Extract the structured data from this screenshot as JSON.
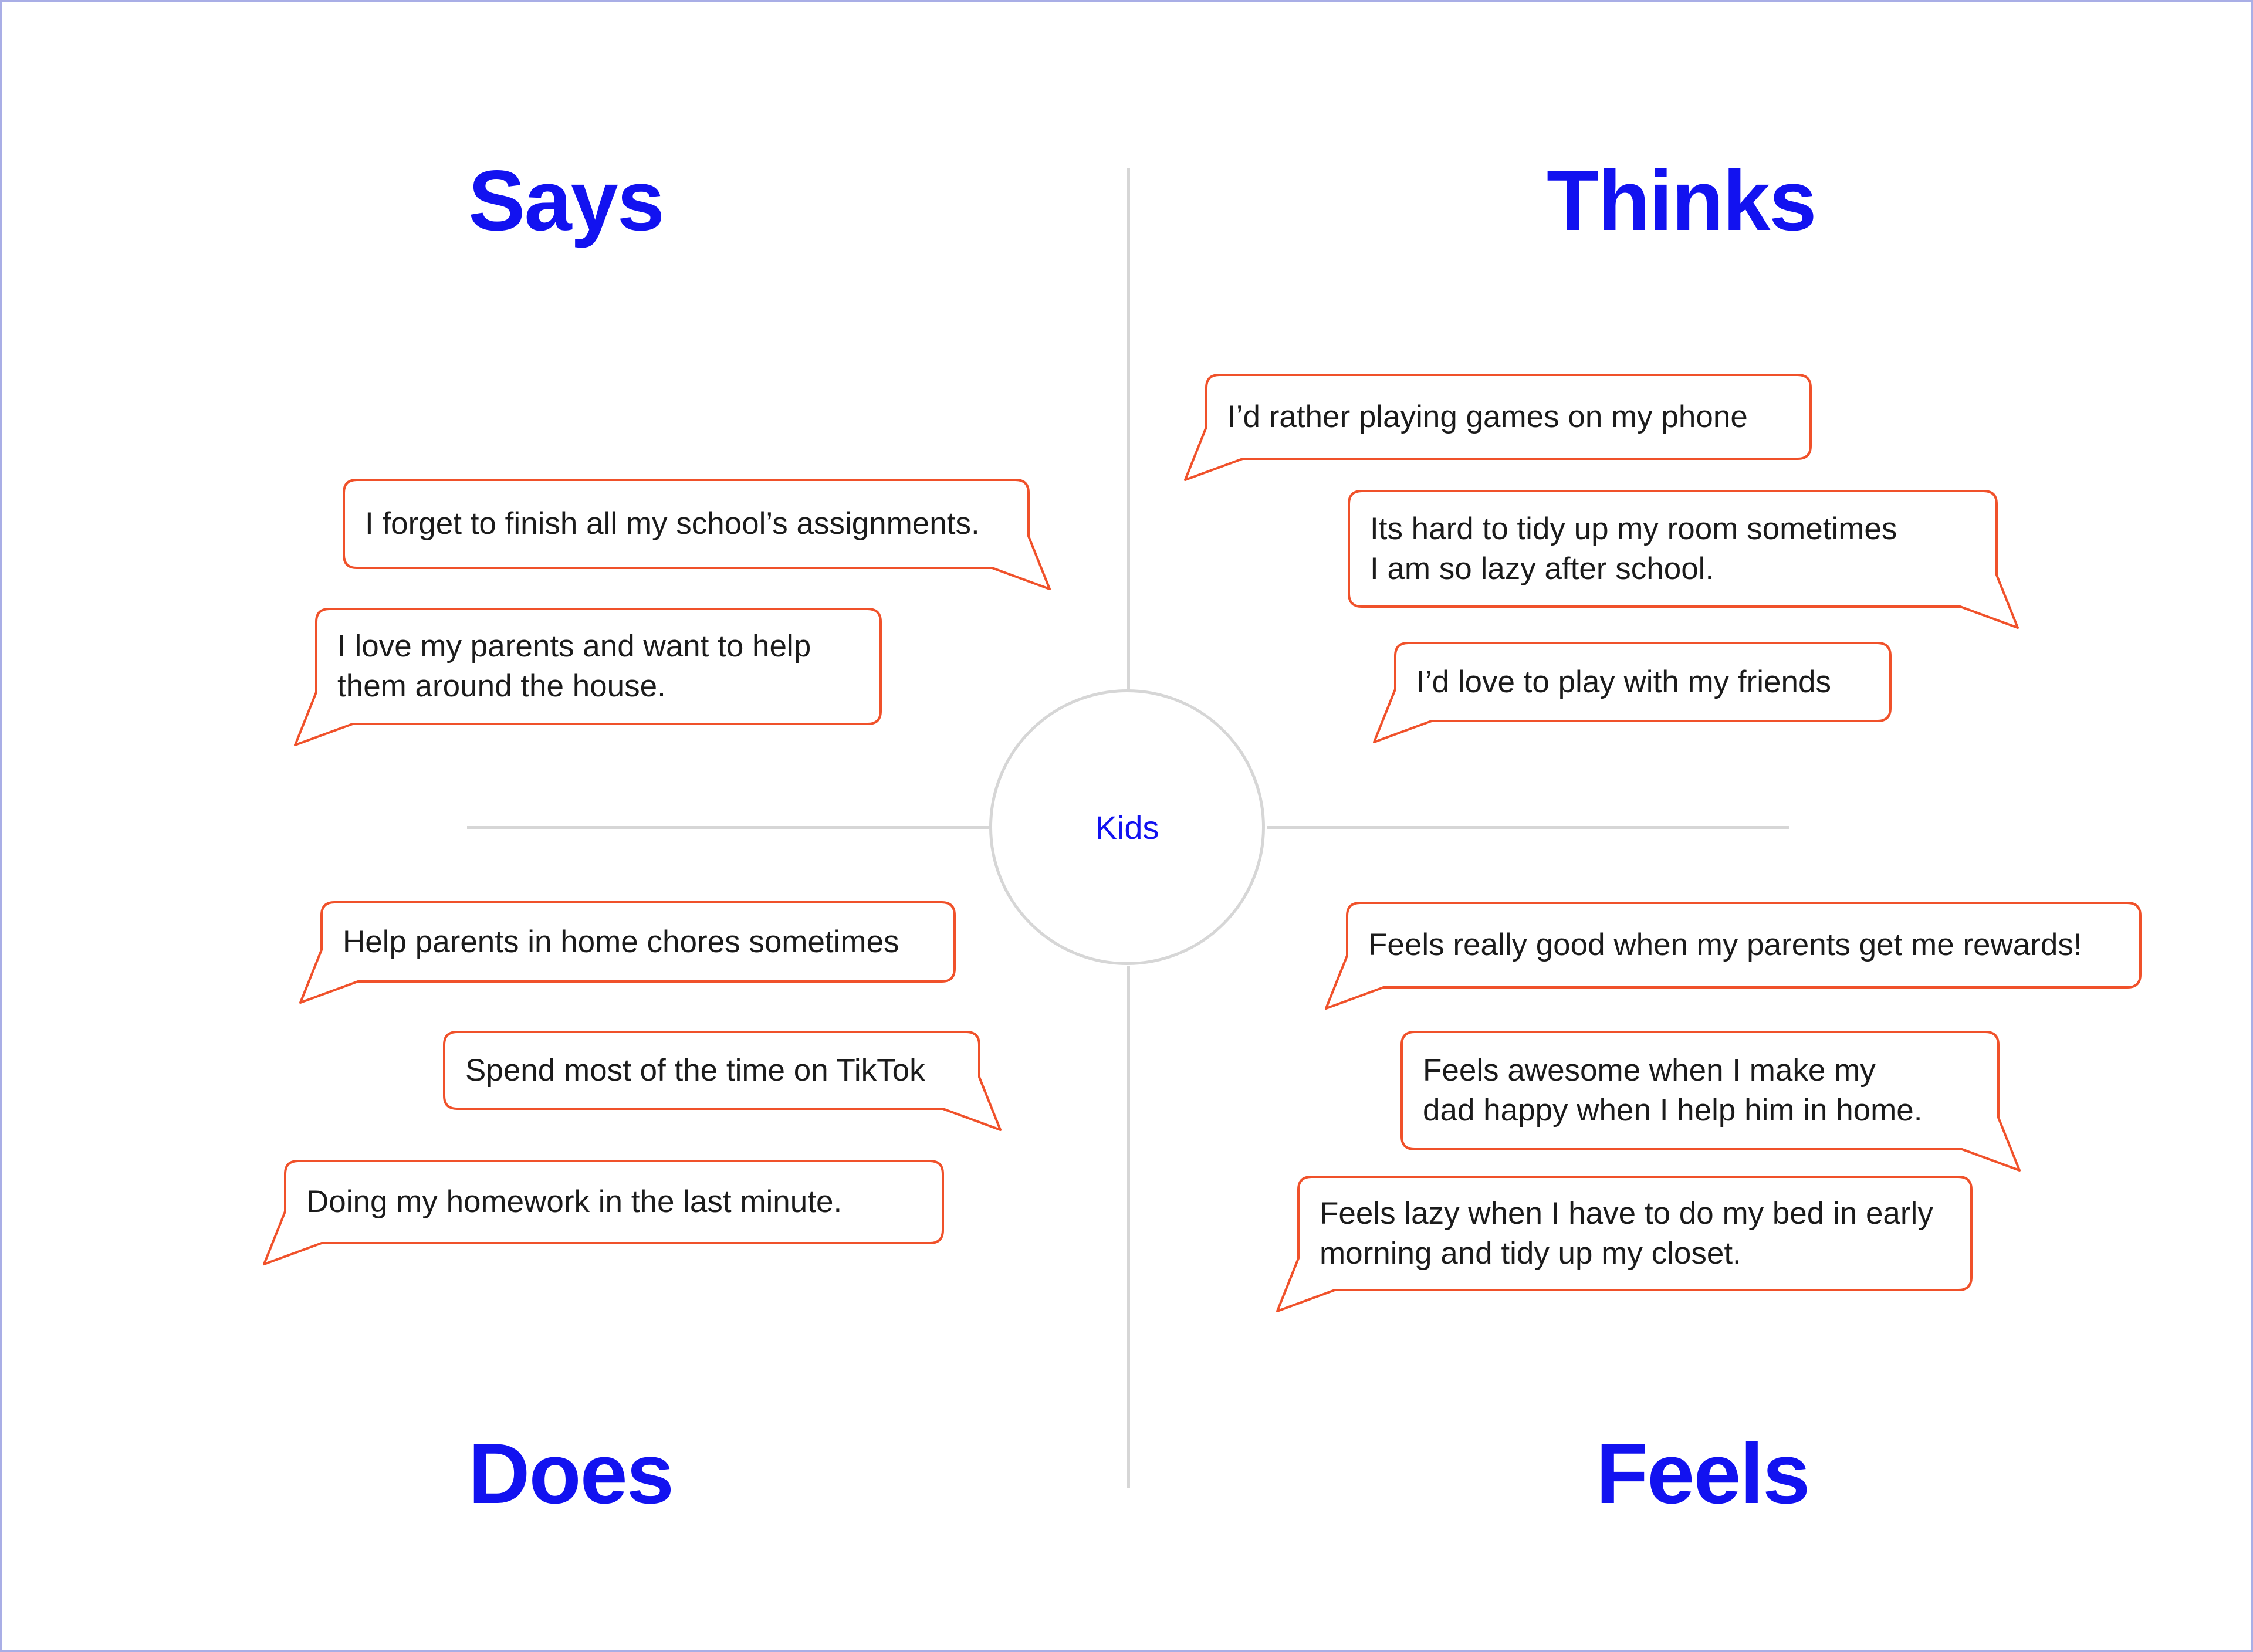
{
  "hub": {
    "label": "Kids"
  },
  "quadrants": {
    "says": {
      "title": "Says",
      "items": [
        {
          "lines": [
            "I forget to finish all my school’s assignments."
          ],
          "tail": "br"
        },
        {
          "lines": [
            "I love my parents and want to help",
            "them around the house."
          ],
          "tail": "bl"
        }
      ]
    },
    "thinks": {
      "title": "Thinks",
      "items": [
        {
          "lines": [
            "I’d rather playing games on my phone"
          ],
          "tail": "bl"
        },
        {
          "lines": [
            "Its hard to tidy up my room sometimes",
            "I am so lazy after school."
          ],
          "tail": "br"
        },
        {
          "lines": [
            "I’d love to play with my friends"
          ],
          "tail": "bl"
        }
      ]
    },
    "does": {
      "title": "Does",
      "items": [
        {
          "lines": [
            "Help parents in home chores sometimes"
          ],
          "tail": "bl"
        },
        {
          "lines": [
            "Spend most of the time on TikTok"
          ],
          "tail": "br"
        },
        {
          "lines": [
            "Doing my homework in the last minute."
          ],
          "tail": "bl"
        }
      ]
    },
    "feels": {
      "title": "Feels",
      "items": [
        {
          "lines": [
            "Feels really good when my parents get me rewards!"
          ],
          "tail": "bl"
        },
        {
          "lines": [
            "Feels awesome when I make my",
            "dad happy when I help him in home."
          ],
          "tail": "br"
        },
        {
          "lines": [
            "Feels lazy when I have to do my bed in early",
            "morning and tidy up my closet."
          ],
          "tail": "bl"
        }
      ]
    }
  },
  "colors": {
    "heading": "#1212f0",
    "bubble_border": "#f0512a",
    "divider": "#d6d6d6",
    "text": "#1b1b1b"
  }
}
